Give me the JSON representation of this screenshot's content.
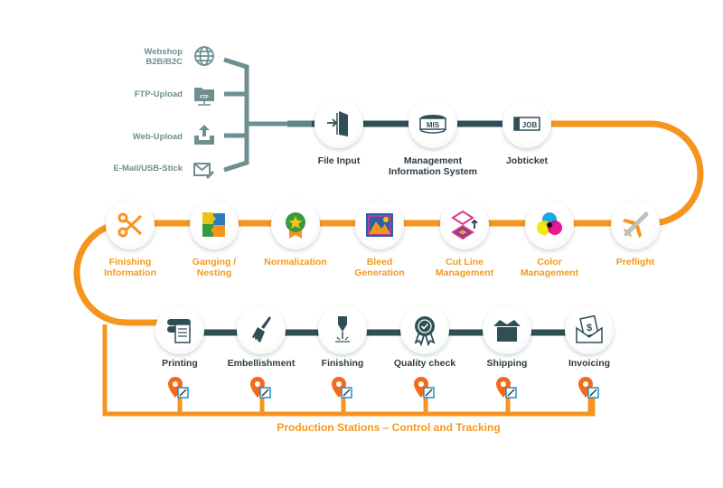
{
  "colors": {
    "orange": "#f7941d",
    "dark_teal": "#2f4f57",
    "gray_teal": "#6d8f8f"
  },
  "sources": [
    {
      "label": "Webshop\nB2B/B2C",
      "icon": "globe-icon"
    },
    {
      "label": "FTP-Upload",
      "icon": "ftp-folder-icon"
    },
    {
      "label": "Web-Upload",
      "icon": "upload-icon"
    },
    {
      "label": "E-Mail/USB-Stick",
      "icon": "mail-usb-icon"
    }
  ],
  "row1": [
    {
      "label": "File Input",
      "icon": "door-enter-icon",
      "mis_text": ""
    },
    {
      "label": "Management\nInformation System",
      "icon": "mis-database-icon",
      "mis_text": "MIS"
    },
    {
      "label": "Jobticket",
      "icon": "job-ticket-icon",
      "mis_text": "JOB"
    }
  ],
  "row2": [
    {
      "label": "Finishing\nInformation",
      "icon": "scissors-icon"
    },
    {
      "label": "Ganging /\nNesting",
      "icon": "puzzle-icon"
    },
    {
      "label": "Normalization",
      "icon": "award-star-icon"
    },
    {
      "label": "Bleed\nGeneration",
      "icon": "image-bleed-icon"
    },
    {
      "label": "Cut Line\nManagement",
      "icon": "cut-line-layers-icon"
    },
    {
      "label": "Color\nManagement",
      "icon": "cmyk-circles-icon"
    },
    {
      "label": "Preflight",
      "icon": "airplane-icon"
    }
  ],
  "row3": [
    {
      "label": "Printing",
      "icon": "printer-rollers-icon"
    },
    {
      "label": "Embellishment",
      "icon": "paintbrush-icon"
    },
    {
      "label": "Finishing",
      "icon": "cutting-blade-icon"
    },
    {
      "label": "Quality check",
      "icon": "quality-badge-icon"
    },
    {
      "label": "Shipping",
      "icon": "open-box-icon"
    },
    {
      "label": "Invoicing",
      "icon": "invoice-envelope-icon"
    }
  ],
  "tracking": {
    "pin_icon": "location-pin-edit-icon",
    "station_count": 6,
    "caption": "Production Stations – Control and Tracking"
  }
}
